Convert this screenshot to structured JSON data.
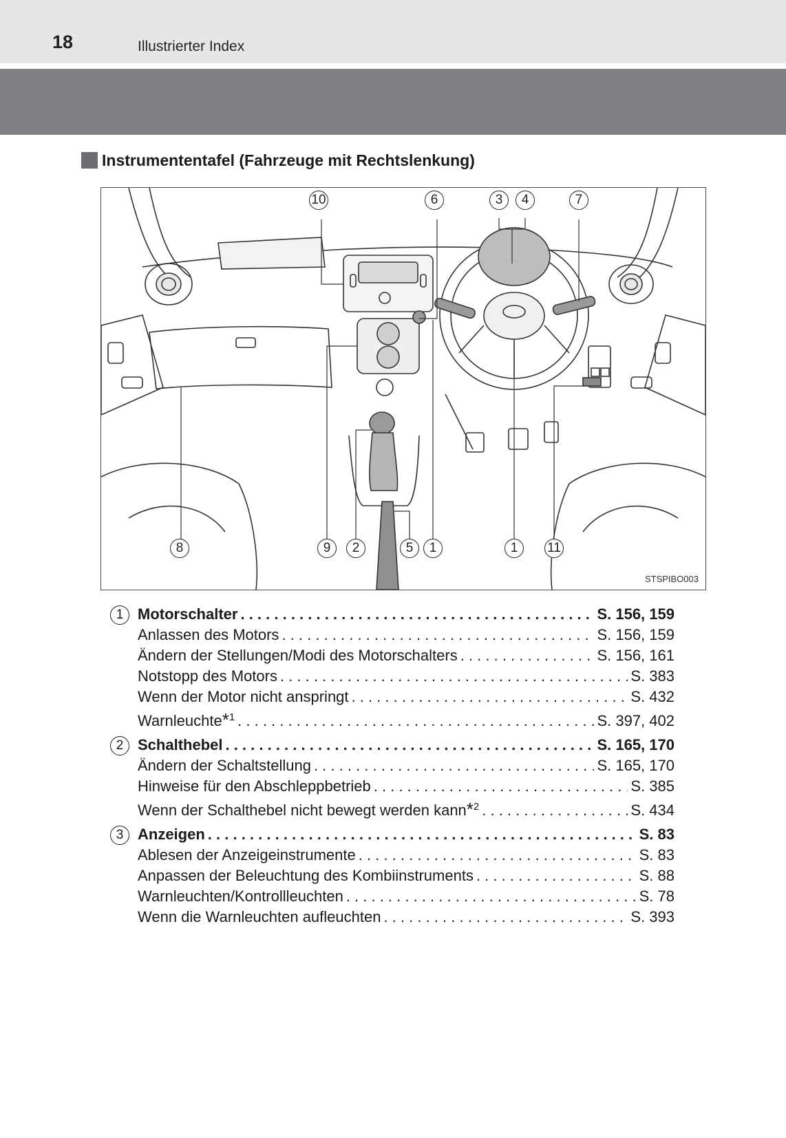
{
  "header": {
    "page_number": "18",
    "chapter_title": "Illustrierter Index"
  },
  "section": {
    "title": "Instrumententafel (Fahrzeuge mit Rechtslenkung)"
  },
  "figure": {
    "code": "STSPIBO003",
    "callouts_top": [
      "10",
      "6",
      "3",
      "4",
      "7"
    ],
    "callouts_bottom": [
      "8",
      "9",
      "2",
      "5",
      "1",
      "1",
      "11"
    ]
  },
  "entries": [
    {
      "number": "1",
      "lines": [
        {
          "label": "Motorschalter",
          "page": "S. 156, 159",
          "bold": true
        },
        {
          "label": "Anlassen des Motors",
          "page": "S. 156, 159"
        },
        {
          "label": "Ändern der Stellungen/Modi des Motorschalters",
          "page": "S. 156, 161"
        },
        {
          "label": "Notstopp des Motors",
          "page": "S. 383"
        },
        {
          "label": "Wenn der Motor nicht anspringt",
          "page": "S. 432"
        },
        {
          "label": "Warnleuchte",
          "footnote": "1",
          "page": "S. 397, 402"
        }
      ]
    },
    {
      "number": "2",
      "lines": [
        {
          "label": "Schalthebel",
          "page": "S. 165, 170",
          "bold": true
        },
        {
          "label": "Ändern der Schaltstellung",
          "page": "S. 165, 170"
        },
        {
          "label": "Hinweise für den Abschleppbetrieb",
          "page": "S. 385"
        },
        {
          "label": "Wenn der Schalthebel nicht bewegt werden kann",
          "footnote": "2",
          "page": "S. 434"
        }
      ]
    },
    {
      "number": "3",
      "lines": [
        {
          "label": "Anzeigen",
          "page": "S. 83",
          "bold": true
        },
        {
          "label": "Ablesen der Anzeigeinstrumente",
          "page": "S. 83"
        },
        {
          "label": "Anpassen der Beleuchtung des Kombiinstruments",
          "page": "S. 88"
        },
        {
          "label": "Warnleuchten/Kontrollleuchten",
          "page": "S. 78"
        },
        {
          "label": "Wenn die Warnleuchten aufleuchten",
          "page": "S. 393"
        }
      ]
    }
  ]
}
